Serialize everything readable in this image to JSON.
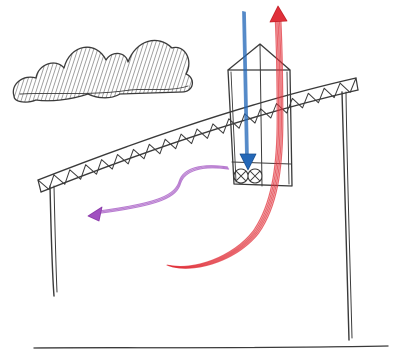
{
  "diagram": {
    "style": "hand-drawn sketch",
    "colors": {
      "ink": "#3a3a3a",
      "cloud_shading": "#9a9a9a",
      "cold_air": "#2468b8",
      "warm_air": "#e0303a",
      "exhaust_air": "#a050c0"
    },
    "elements": {
      "cloud": "cloud-icon",
      "building": "building-outline",
      "roof_truss": "roof-truss",
      "ventilation_tower": "ventilation-tower",
      "fans": "fan-icon",
      "cold_air_flow": "arrow-down-icon",
      "warm_air_flow": "arrow-up-icon",
      "exhaust_flow": "arrow-left-icon"
    }
  }
}
